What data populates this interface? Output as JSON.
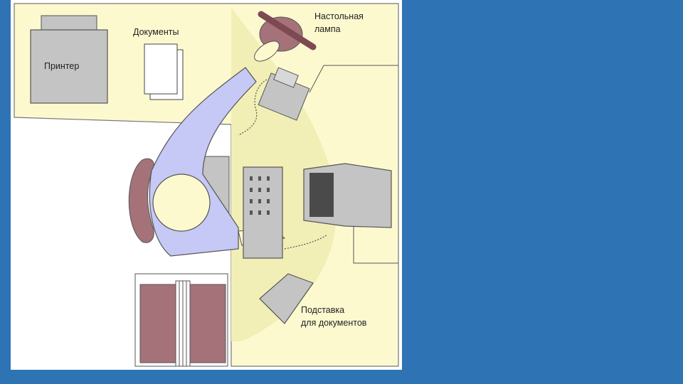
{
  "labels": {
    "printer": "Принтер",
    "documents": "Документы",
    "desk_lamp_line1": "Настольная",
    "desk_lamp_line2": "лампа",
    "document_holder_line1": "Подставка",
    "document_holder_line2": "для документов"
  },
  "colors": {
    "slide_background": "#2e74b5",
    "desk": "#fdf9cf",
    "lit_area": "#f1efb5",
    "person": "#c6c8f5",
    "chair_and_cabinet": "#a5727a",
    "equipment": "#c4c4c4",
    "screen": "#4a4a4a"
  }
}
